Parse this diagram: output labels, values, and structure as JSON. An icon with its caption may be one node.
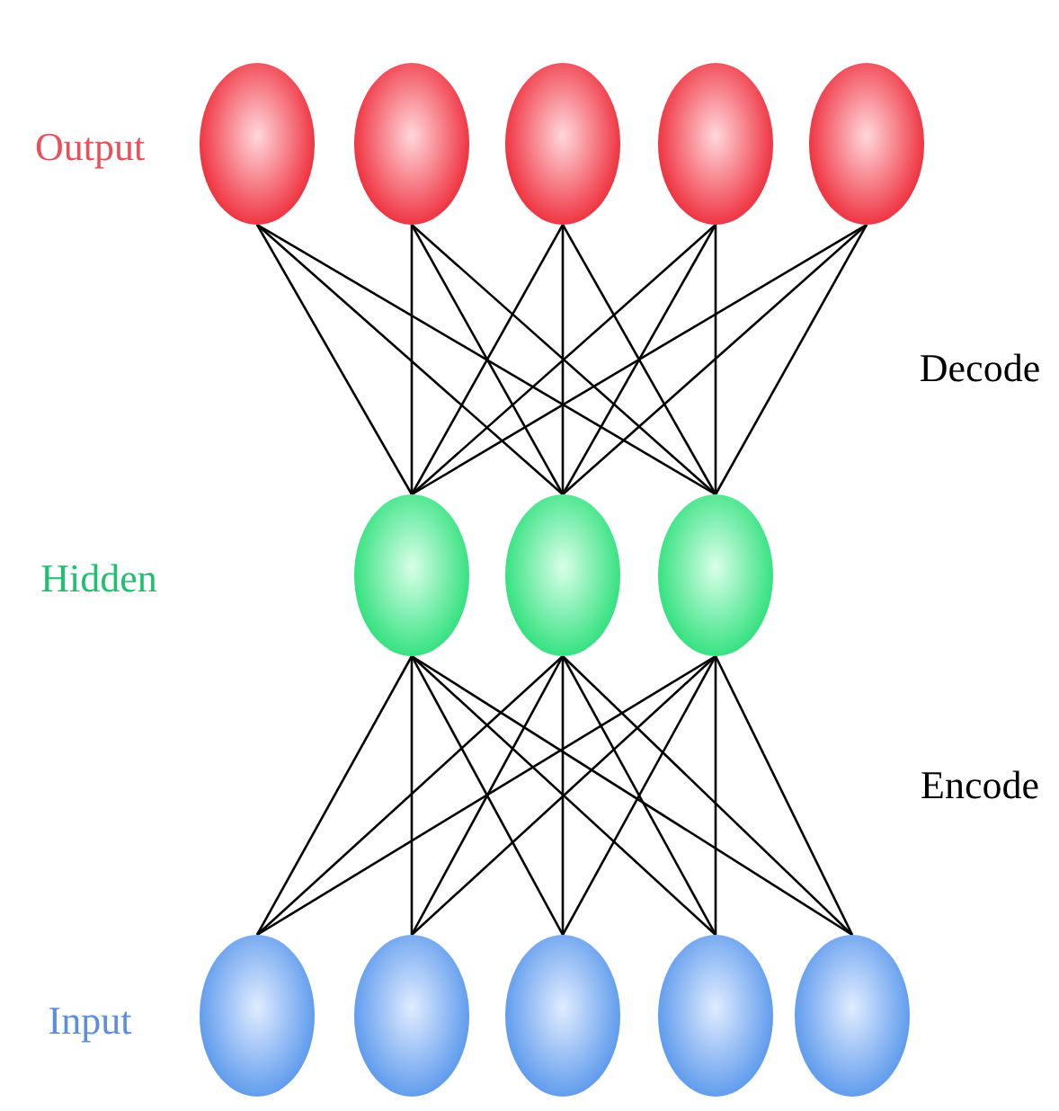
{
  "diagram": {
    "nodes": [
      {
        "text": [],
        "shape": "circle"
      },
      {
        "text": [],
        "shape": "circle"
      },
      {
        "text": [],
        "shape": "circle"
      },
      {
        "text": [],
        "shape": "circle"
      },
      {
        "text": [],
        "shape": "circle"
      },
      {
        "text": [],
        "shape": "circle"
      },
      {
        "text": [],
        "shape": "circle"
      },
      {
        "text": [],
        "shape": "circle"
      },
      {
        "text": [],
        "shape": "circle"
      },
      {
        "text": [],
        "shape": "circle"
      },
      {
        "text": [],
        "shape": "circle"
      },
      {
        "text": [],
        "shape": "circle"
      },
      {
        "text": [],
        "shape": "circle"
      }
    ],
    "edges": [
      {
        "from": 0,
        "to": 5,
        "arrow": "none"
      },
      {
        "from": 0,
        "to": 6,
        "arrow": "none"
      },
      {
        "from": 0,
        "to": 7,
        "arrow": "none"
      },
      {
        "from": 1,
        "to": 5,
        "arrow": "none"
      },
      {
        "from": 1,
        "to": 6,
        "arrow": "none"
      },
      {
        "from": 1,
        "to": 7,
        "arrow": "none"
      },
      {
        "from": 2,
        "to": 5,
        "arrow": "none"
      },
      {
        "from": 2,
        "to": 6,
        "arrow": "none"
      },
      {
        "from": 2,
        "to": 7,
        "arrow": "none"
      },
      {
        "from": 3,
        "to": 5,
        "arrow": "none"
      },
      {
        "from": 3,
        "to": 6,
        "arrow": "none"
      },
      {
        "from": 3,
        "to": 7,
        "arrow": "none"
      },
      {
        "from": 4,
        "to": 5,
        "arrow": "none"
      },
      {
        "from": 4,
        "to": 6,
        "arrow": "none"
      },
      {
        "from": 4,
        "to": 7,
        "arrow": "none"
      },
      {
        "from": 5,
        "to": 8,
        "arrow": "none"
      },
      {
        "from": 5,
        "to": 9,
        "arrow": "none"
      },
      {
        "from": 5,
        "to": 10,
        "arrow": "none"
      },
      {
        "from": 5,
        "to": 11,
        "arrow": "none"
      },
      {
        "from": 5,
        "to": 12,
        "arrow": "none"
      },
      {
        "from": 6,
        "to": 8,
        "arrow": "none"
      },
      {
        "from": 6,
        "to": 9,
        "arrow": "none"
      },
      {
        "from": 6,
        "to": 10,
        "arrow": "none"
      },
      {
        "from": 6,
        "to": 11,
        "arrow": "none"
      },
      {
        "from": 6,
        "to": 12,
        "arrow": "none"
      },
      {
        "from": 7,
        "to": 8,
        "arrow": "none"
      },
      {
        "from": 7,
        "to": 9,
        "arrow": "none"
      },
      {
        "from": 7,
        "to": 10,
        "arrow": "none"
      },
      {
        "from": 7,
        "to": 11,
        "arrow": "none"
      },
      {
        "from": 7,
        "to": 12,
        "arrow": "none"
      }
    ],
    "labels": [
      "Output",
      "Decode",
      "Hidden",
      "Encode",
      "Input"
    ]
  }
}
